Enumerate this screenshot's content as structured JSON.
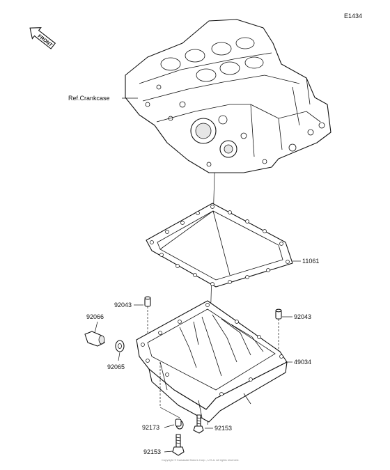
{
  "diagram_code": "E1434",
  "front_marker": "FRONT",
  "parts": [
    {
      "id": "crankcase",
      "label": "Ref.Crankcase"
    },
    {
      "id": "gasket",
      "label": "11061"
    },
    {
      "id": "dowel-left",
      "label": "92043"
    },
    {
      "id": "dowel-right",
      "label": "92043"
    },
    {
      "id": "drain-plug",
      "label": "92066"
    },
    {
      "id": "washer",
      "label": "92065"
    },
    {
      "id": "oil-pan",
      "label": "49034"
    },
    {
      "id": "plug-small",
      "label": "92173"
    },
    {
      "id": "bolt-right",
      "label": "92153"
    },
    {
      "id": "bolt-bottom",
      "label": "92153"
    }
  ],
  "footer_text": "Copyright © Kawasaki Motors Corp., U.S.A. All rights reserved."
}
